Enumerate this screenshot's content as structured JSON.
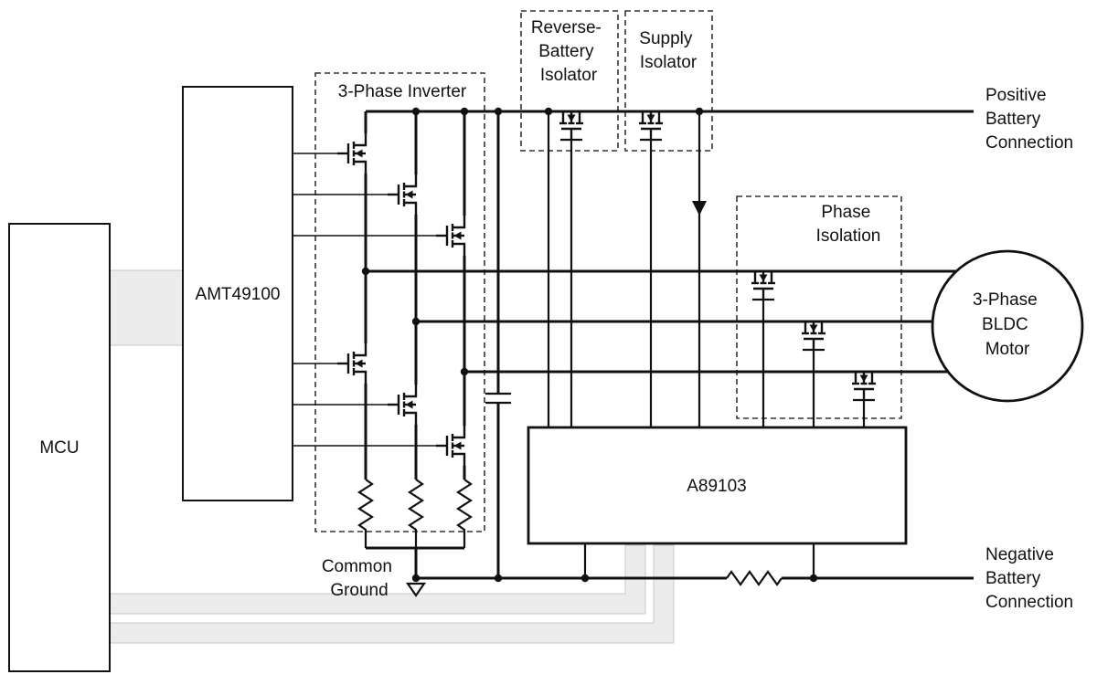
{
  "labels": {
    "mcu": "MCU",
    "gate_driver": "AMT49100",
    "inverter": "3-Phase Inverter",
    "reverse_isolator": [
      "Reverse-",
      "Battery",
      "Isolator"
    ],
    "supply_isolator": [
      "Supply",
      "Isolator"
    ],
    "phase_isolation": [
      "Phase",
      "Isolation"
    ],
    "controller": "A89103",
    "motor": [
      "3-Phase",
      "BLDC",
      "Motor"
    ],
    "positive_battery": [
      "Positive",
      "Battery",
      "Connection"
    ],
    "negative_battery": [
      "Negative",
      "Battery",
      "Connection"
    ],
    "common_ground": [
      "Common",
      "Ground"
    ]
  },
  "colors": {
    "wire": "#111111",
    "bus_fill": "#ececec",
    "bus_edge": "#c9c9c9",
    "background": "#ffffff"
  }
}
